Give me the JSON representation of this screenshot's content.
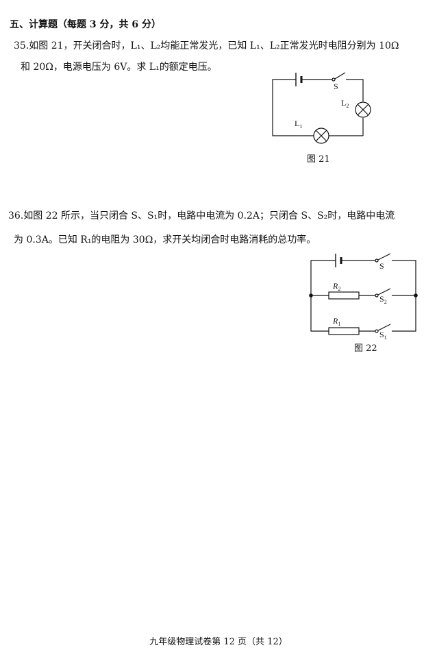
{
  "section": {
    "heading": "五、计算题（每题 3 分，共 6 分）"
  },
  "q35": {
    "line1": "35.如图 21，开关闭合时，L₁、L₂均能正常发光，已知 L₁、L₂正常发光时电阻分别为 10Ω",
    "line2": "和 20Ω，电源电压为 6V。求 L₁的额定电压。",
    "figure": {
      "caption": "图 21",
      "switch": "S",
      "lamp1": "L",
      "lamp1_sub": "1",
      "lamp2": "L",
      "lamp2_sub": "2"
    }
  },
  "q36": {
    "line1": "36.如图 22 所示，当只闭合 S、S₁时，电路中电流为 0.2A；只闭合 S、S₂时，电路中电流",
    "line2": "为 0.3A。已知 R₁的电阻为 30Ω，求开关均闭合时电路消耗的总功率。",
    "figure": {
      "caption": "图 22",
      "switch_main": "S",
      "switch2": "S",
      "switch2_sub": "2",
      "switch1": "S",
      "switch1_sub": "1",
      "r2": "R",
      "r2_sub": "2",
      "r1": "R",
      "r1_sub": "1"
    }
  },
  "footer": {
    "text": "九年级物理试卷第 12 页（共 12）"
  }
}
